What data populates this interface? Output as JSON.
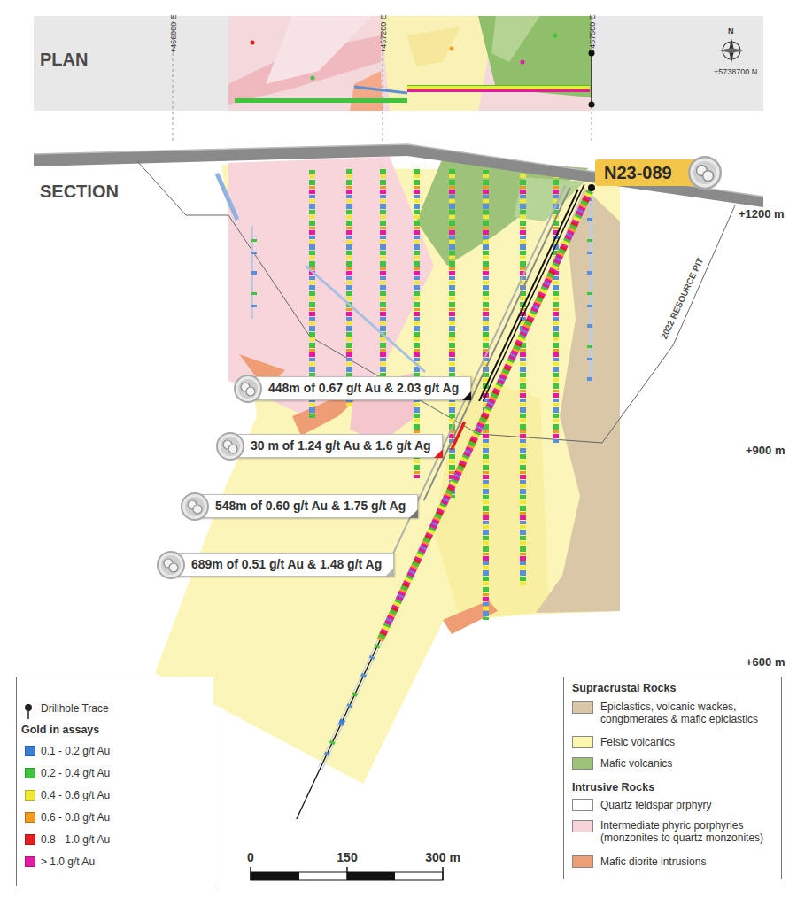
{
  "diagram": {
    "nodes": [
      {
        "text": [
          "N23-089"
        ]
      },
      {
        "text": [
          "448m of 0.67 g/t Au & 2.03 g/t Ag"
        ]
      },
      {
        "text": [
          "30 m of 1.24 g/t Au & 1.6 g/t Ag"
        ]
      },
      {
        "text": [
          "548m of 0.60 g/t Au & 1.75 g/t Ag"
        ]
      },
      {
        "text": [
          "689m of 0.51 g/t Au & 1.48 g/t Ag"
        ]
      }
    ],
    "labels": [
      "PLAN",
      "+456900 E",
      "+457200 E",
      "+457500 E",
      "N",
      "+5738700 N",
      "SECTION",
      "+1200 m",
      "2022 RESOURCE PIT",
      "+900 m",
      "+600 m",
      "Gold in assays",
      "0",
      "150",
      "300 m",
      "Supracrustal Rocks",
      "Intrusive Rocks"
    ],
    "legend": [
      {
        "text": "Drillhole Trace"
      },
      {
        "text": "0.1 - 0.2 g/t Au",
        "color": "#3a7fd5"
      },
      {
        "text": "0.2 - 0.4 g/t Au",
        "color": "#3fc43f"
      },
      {
        "text": "0.4 - 0.6 g/t Au",
        "color": "#f2e832"
      },
      {
        "text": "0.6 - 0.8 g/t Au",
        "color": "#f39a1e"
      },
      {
        "text": "0.8 - 1.0 g/t Au",
        "color": "#e41e1e"
      },
      {
        "text": "> 1.0 g/t Au",
        "color": "#e619a5"
      },
      {
        "text": "Epiclastics, volcanic wackes, congbmerates & mafic epiclastics",
        "color": "#d9c7a8"
      },
      {
        "text": "Felsic volcanics",
        "color": "#fbf6b0"
      },
      {
        "text": "Mafic volcanics",
        "color": "#9ec27a"
      },
      {
        "text": "Quartz feldspar prphyry",
        "color": "#ffffff"
      },
      {
        "text": "Intermediate phyric porphyries (monzonites to quartz monzonites)",
        "color": "#f6d3d8"
      },
      {
        "text": "Mafic diorite intrusions",
        "color": "#ef9d74"
      }
    ]
  }
}
